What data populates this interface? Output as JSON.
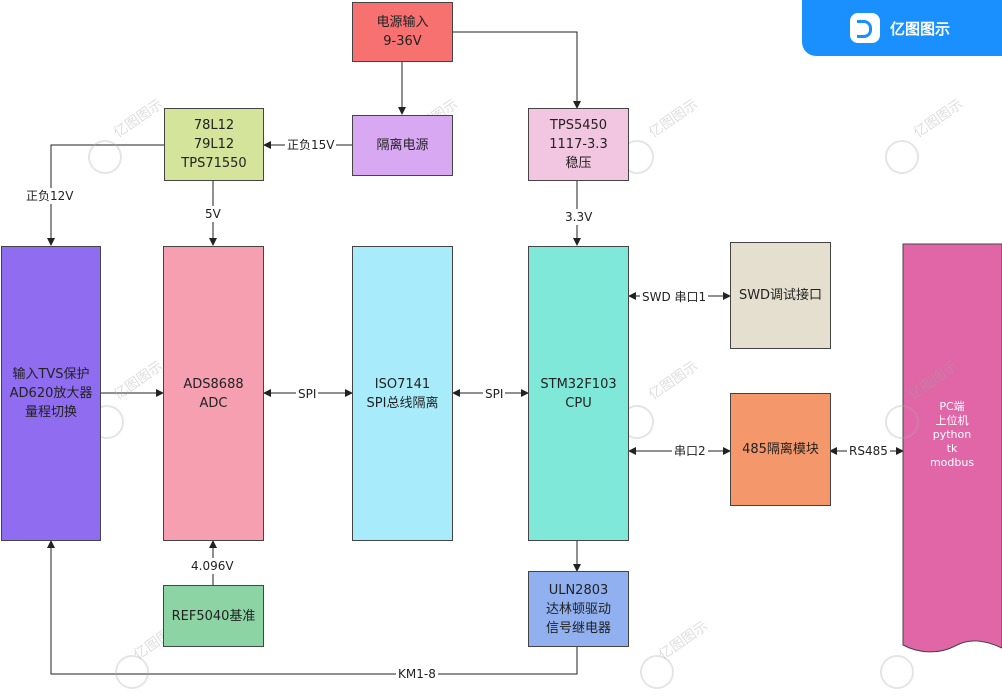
{
  "brand": {
    "name": "亿图图示",
    "icon": "edraw-logo-icon"
  },
  "watermark": "亿图图示",
  "blocks": {
    "power_input": "电源输入\n9-36V",
    "isolated_power": "隔离电源",
    "regulators_78": "78L12\n79L12\nTPS71550",
    "tps5450": "TPS5450\n1117-3.3\n稳压",
    "input_stage": "输入TVS保护\nAD620放大器\n量程切换",
    "ads8688": "ADS8688\nADC",
    "iso7141": "ISO7141\nSPI总线隔离",
    "stm32": "STM32F103\nCPU",
    "swd": "SWD调试接口",
    "rs485_module": "485隔离模块",
    "pc": "PC端\n上位机\npython\ntk\nmodbus",
    "ref5040": "REF5040基准",
    "uln2803": "ULN2803\n达林顿驱动\n信号继电器"
  },
  "labels": {
    "pm15v": "正负15V",
    "pm12v": "正负12V",
    "v5": "5V",
    "v33": "3.3V",
    "spi_left": "SPI",
    "spi_right": "SPI",
    "swd_uart": "SWD 串口1",
    "uart2": "串口2",
    "rs485": "RS485",
    "ref_v": "4.096V",
    "km": "KM1-8"
  },
  "colors": {
    "power_input": "#f87171",
    "isolated_power": "#d8a8f2",
    "regulators": "#d4e49a",
    "tps5450": "#f2c6e0",
    "input_stage": "#8f6cf0",
    "ads8688": "#f59fb0",
    "iso7141": "#a8ecfb",
    "stm32": "#7fe8d8",
    "swd": "#e5dfcf",
    "rs485_module": "#f4976a",
    "pc": "#e066a8",
    "ref5040": "#8dd4a4",
    "uln2803": "#90b0f0"
  }
}
